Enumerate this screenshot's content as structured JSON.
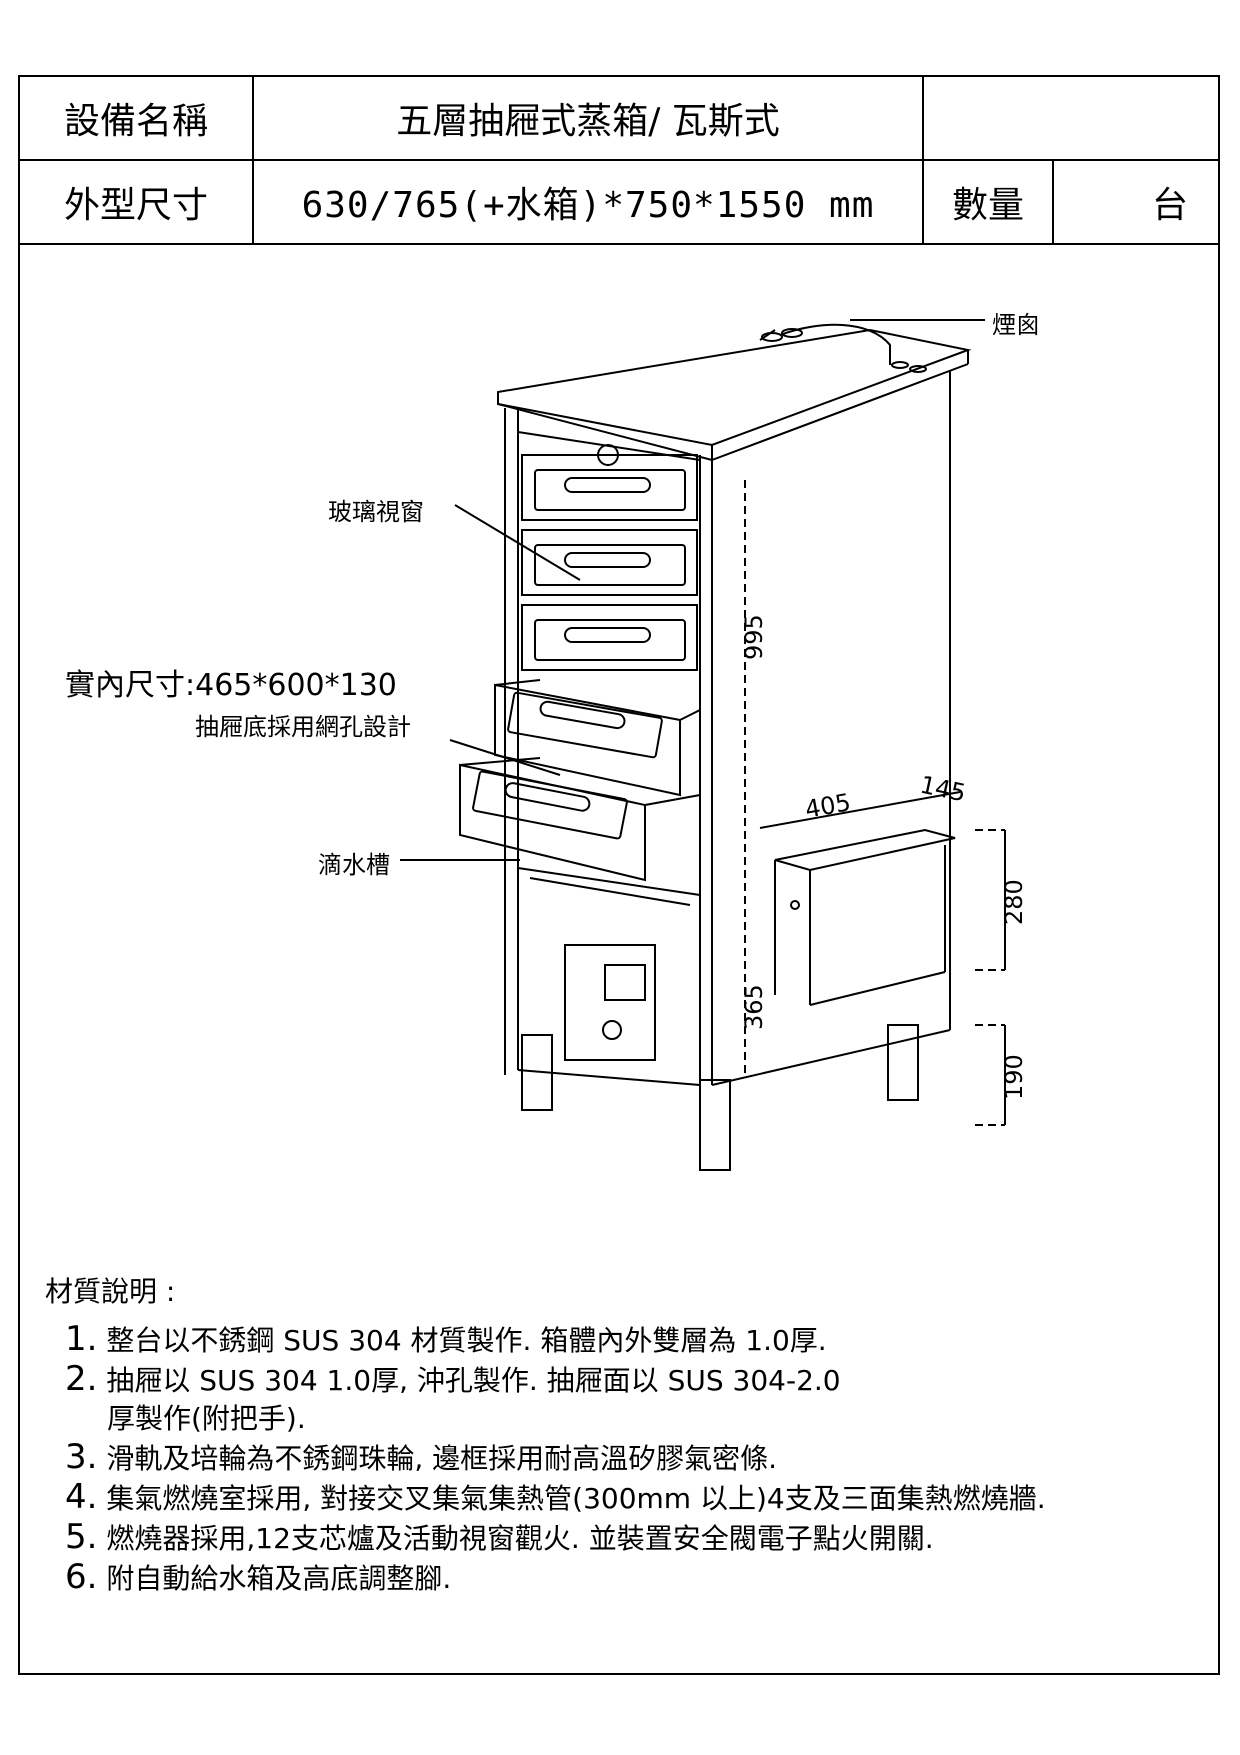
{
  "header": {
    "name_label": "設備名稱",
    "name_value": "五層抽屜式蒸箱/ 瓦斯式",
    "size_label": "外型尺寸",
    "size_value": "630/765(+水箱)*750*1550 mm",
    "qty_label": "數量",
    "qty_unit": "台"
  },
  "drawing": {
    "chimney": "煙囪",
    "glass_window": "玻璃視窗",
    "inner_size": "實內尺寸:465*600*130",
    "drawer_mesh": "抽屜底採用網孔設計",
    "drip_tray": "滴水槽",
    "dim_995": "995",
    "dim_405": "405",
    "dim_145": "145",
    "dim_280": "280",
    "dim_365": "365",
    "dim_190": "190"
  },
  "notes": {
    "title": "材質說明 :",
    "items": [
      {
        "num": "1.",
        "text": "整台以不銹鋼 SUS 304 材質製作. 箱體內外雙層為 1.0厚."
      },
      {
        "num": "2.",
        "text": "抽屜以 SUS 304 1.0厚, 沖孔製作. 抽屜面以 SUS 304-2.0"
      },
      {
        "num": "",
        "text": "厚製作(附把手)."
      },
      {
        "num": "3.",
        "text": "滑軌及培輪為不銹鋼珠輪, 邊框採用耐高溫矽膠氣密條."
      },
      {
        "num": "4.",
        "text": "集氣燃燒室採用, 對接交叉集氣集熱管(300mm 以上)4支及三面集熱燃燒牆."
      },
      {
        "num": "5.",
        "text": "燃燒器採用,12支芯爐及活動視窗觀火. 並裝置安全閥電子點火開關."
      },
      {
        "num": "6.",
        "text": "附自動給水箱及高底調整腳."
      }
    ]
  }
}
